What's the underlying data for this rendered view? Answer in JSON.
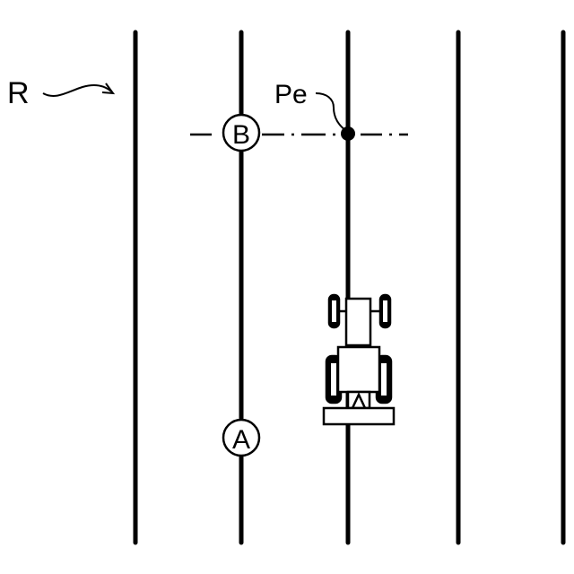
{
  "labels": {
    "region": "R",
    "end_point": "Pe",
    "point_a": "A",
    "point_b": "B"
  },
  "colors": {
    "line": "#000000",
    "background": "#ffffff"
  },
  "icons": {
    "vehicle": "tractor-icon",
    "implement": "implement-bar-icon"
  }
}
